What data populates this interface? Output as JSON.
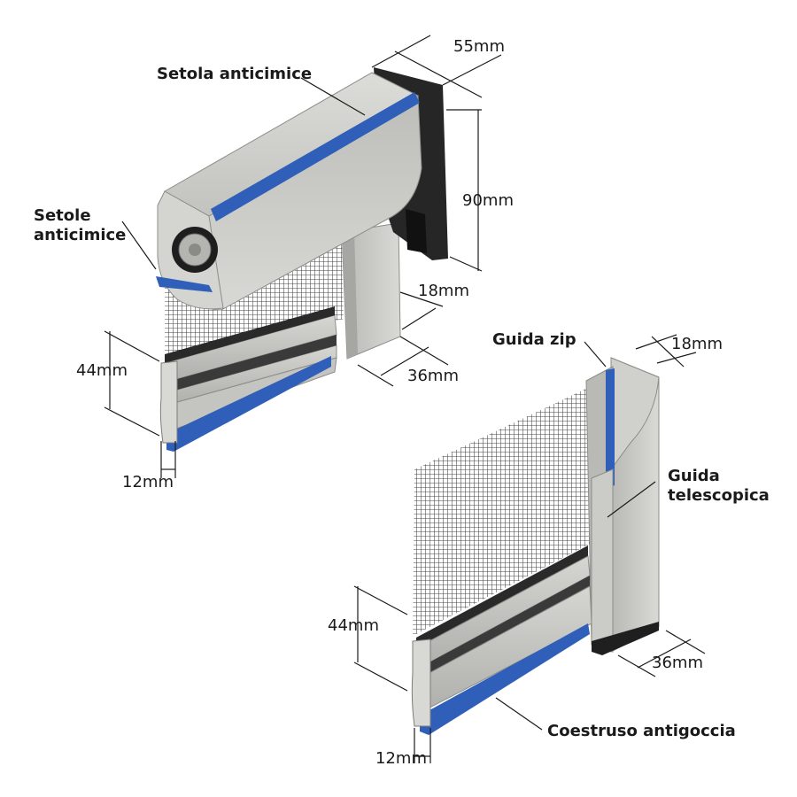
{
  "colors": {
    "aluminium": "#c9c9c6",
    "aluminium_dark": "#9d9d99",
    "aluminium_light": "#e2e2df",
    "gasket_blue": "#2f5fb8",
    "end_cap": "#262626",
    "mesh": "#3a3a3a",
    "leader": "#1a1a1a"
  },
  "labels": {
    "setola_anticimice": "Setola anticimice",
    "setole_line1": "Setole",
    "setole_line2": "anticimice",
    "guida_zip": "Guida zip",
    "guida_tel_line1": "Guida",
    "guida_tel_line2": "telescopica",
    "coestruso": "Coestruso antigoccia"
  },
  "dimensions": {
    "cassonetto_depth": "55mm",
    "cassonetto_height": "90mm",
    "guide_width_top": "18mm",
    "guide_depth_top": "36mm",
    "bar_height_top": "44mm",
    "bar_width_top": "12mm",
    "guide_width_right": "18mm",
    "guide_depth_right": "36mm",
    "bar_height_bottom": "44mm",
    "bar_width_bottom": "12mm"
  }
}
